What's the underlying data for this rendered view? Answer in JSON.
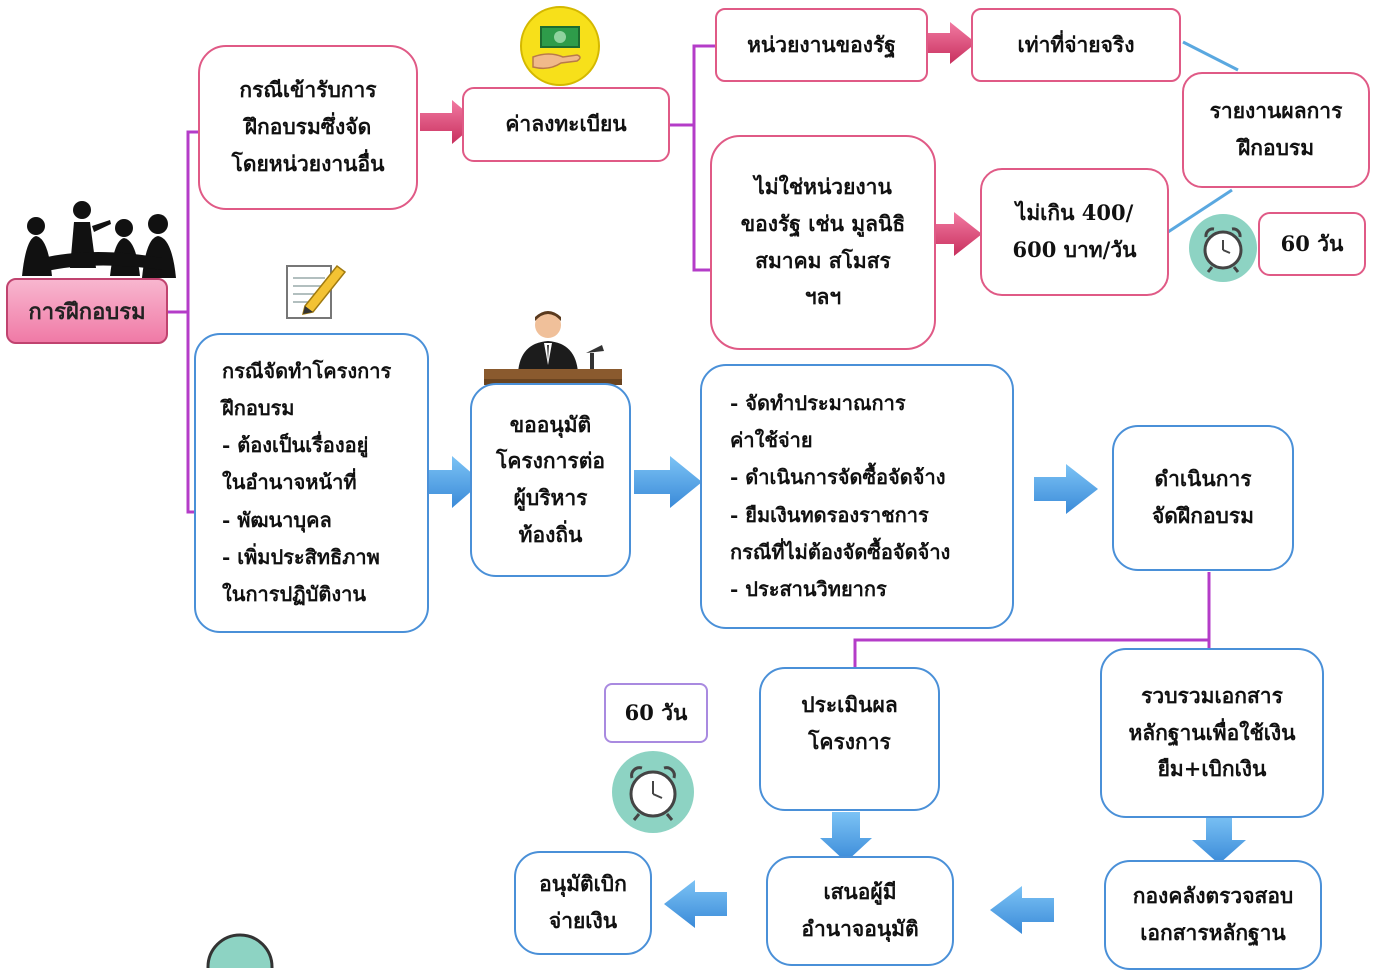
{
  "root": {
    "label": "การฝึกอบรม"
  },
  "case_external": {
    "text": "กรณีเข้ารับการ\nฝึกอบรมซึ่งจัด\nโดยหน่วยงานอื่น"
  },
  "registration_fee": {
    "text": "ค่าลงทะเบียน"
  },
  "state_agency": {
    "text": "หน่วยงานของรัฐ"
  },
  "actual_paid": {
    "text": "เท่าที่จ่ายจริง"
  },
  "non_state": {
    "text": "ไม่ใช่หน่วยงาน\nของรัฐ เช่น มูลนิธิ\nสมาคม สโมสร\nฯลฯ"
  },
  "limit": {
    "text": "ไม่เกิน 400/\n600 บาท/วัน"
  },
  "report": {
    "text": "รายงานผลการ\nฝึกอบรม"
  },
  "days_top": {
    "text": "60 วัน"
  },
  "case_own": {
    "text": "กรณีจัดทำโครงการ\nฝึกอบรม\n- ต้องเป็นเรื่องอยู่\nในอำนาจหน้าที่\n- พัฒนาบุคล\n- เพิ่มประสิทธิภาพ\nในการปฏิบัติงาน"
  },
  "request_approval": {
    "text": "ขออนุมัติ\nโครงการต่อ\nผู้บริหาร\nท้องถิ่น"
  },
  "prep_steps": {
    "text": "- จัดทำประมาณการ\n  ค่าใช้จ่าย\n- ดำเนินการจัดซื้อจัดจ้าง\n- ยืมเงินทดรองราชการ\n  กรณีที่ไม่ต้องจัดซื้อจัดจ้าง\n- ประสานวิทยากร"
  },
  "conduct": {
    "text": "ดำเนินการ\nจัดฝึกอบรม"
  },
  "collect_docs": {
    "text": "รวบรวมเอกสาร\nหลักฐานเพื่อใช้เงิน\nยืม+เบิกเงิน"
  },
  "evaluate": {
    "text": "ประเมินผล\nโครงการ"
  },
  "days_bottom": {
    "text": "60 วัน"
  },
  "treasury_check": {
    "text": "กองคลังตรวจสอบ\nเอกสารหลักฐาน"
  },
  "submit_authority": {
    "text": "เสนอผู้มี\nอำนาจอนุมัติ"
  },
  "approve_pay": {
    "text": "อนุมัติเบิก\nจ่ายเงิน"
  },
  "colors": {
    "pink_border": "#e05a86",
    "blue_border": "#4a90d8",
    "connector": "#b43cc8",
    "pink_arrow": "#d9406e",
    "blue_arrow": "#4a9be0"
  }
}
